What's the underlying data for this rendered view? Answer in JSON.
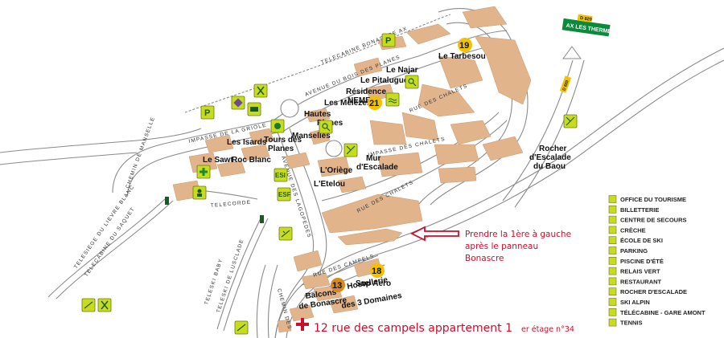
{
  "road_sign": {
    "code": "D 820",
    "destination": "AX LES THERMES",
    "road_code_small": "D 820"
  },
  "streets": {
    "telecabine_line": "TELECABINE BONASCRE AX",
    "avenue_bois_planes": "AVENUE DU BOIS DES PLANES",
    "impasse_griole": "IMPASSE DE LA GRIOLE",
    "chemin_manselle": "CHEMIN DE MANSELLE",
    "telecorde": "TELECORDE",
    "avenue_lagopedes": "AVENUE DES LAGOPEDES",
    "rue_chalets_upper": "RUE DES CHALETS",
    "impasse_chalets": "IMPASSE DES CHALETS",
    "rue_chalets_lower": "RUE DES CHALETS",
    "rue_campels": "RUE DES CAMPELS",
    "chemin_lower": "CHEMIN DES",
    "telesiege_lievre": "TELESIEGE DU LIEVRE BLANC",
    "telecabine_saquet": "TELECABINE DU SAQUET",
    "teleski_baby": "TELESKI BABY",
    "teleski_lusclade": "TELESKI DE LUSCLADE"
  },
  "places": {
    "le_tarbesou": "Le Tarbesou",
    "le_najar": "Le Najar",
    "le_pitalugue": "Le Pitalugue",
    "residence": "Résidence",
    "nemea": "NEMEA",
    "les_melezes": "Les Mélèzes",
    "hautes_planes_1": "Hautes",
    "hautes_planes_2": "Planes",
    "manselles": "Manselles",
    "tours_1": "Tours des",
    "tours_2": "Planes",
    "les_isards": "Les Isards",
    "le_sawt": "Le Sawt",
    "roc_blanc": "Roc Blanc",
    "mur_1": "Mur",
    "mur_2": "d'Escalade",
    "loriege": "L'Oriège",
    "letelou": "L'Etelou",
    "rocher_1": "Rocher",
    "rocher_2": "d'Escalade",
    "rocher_3": "du Baou",
    "sup_aero": "Sup Aero",
    "hostellerie_1": "Hostellerie",
    "hostellerie_2": "des 3 Domaines",
    "balcons_1": "Balcons",
    "balcons_2": "de Bonascre",
    "esf": "ESF",
    "esi": "ESI"
  },
  "numbers": {
    "n19": "19",
    "n21": "21",
    "n18": "18",
    "n13": "13"
  },
  "annotations": {
    "direction_line1": "Prendre la 1ère à gauche",
    "direction_line2": "après le panneau",
    "direction_line3": "Bonascre",
    "address_main": "12 rue des campels appartement 1",
    "address_small": "er étage n°34"
  },
  "legend": [
    {
      "label": "OFFICE DU TOURISME",
      "icon": "tourism-icon"
    },
    {
      "label": "BILLETTERIE",
      "icon": "ticket-icon"
    },
    {
      "label": "CENTRE DE SECOURS",
      "icon": "first-aid-icon"
    },
    {
      "label": "CRÈCHE",
      "icon": "creche-icon"
    },
    {
      "label": "ÉCOLE DE SKI",
      "icon": "ski-school-icon"
    },
    {
      "label": "PARKING",
      "icon": "parking-icon"
    },
    {
      "label": "PISCINE D'ÉTÉ",
      "icon": "pool-icon"
    },
    {
      "label": "RELAIS VERT",
      "icon": "green-relay-icon"
    },
    {
      "label": "RESTAURANT",
      "icon": "restaurant-icon"
    },
    {
      "label": "ROCHER D'ESCALADE",
      "icon": "climbing-icon"
    },
    {
      "label": "SKI ALPIN",
      "icon": "ski-icon"
    },
    {
      "label": "TÉLÉCABINE - GARE AMONT",
      "icon": "gondola-icon"
    },
    {
      "label": "TENNIS",
      "icon": "tennis-icon"
    }
  ],
  "colors": {
    "building": "#e2b48c",
    "icon_fill": "#c8dc1e",
    "sign_green": "#0a8a3a",
    "annotation": "#c8102e",
    "number_circle": "#f2c200",
    "road": "#777777"
  }
}
